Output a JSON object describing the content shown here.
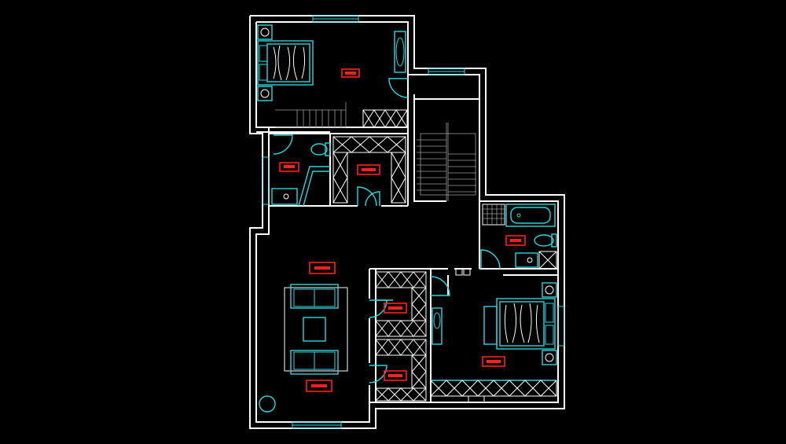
{
  "canvas": {
    "background": "#000000"
  },
  "colors": {
    "wall": "#ffffff",
    "fixture": "#2fd6dc",
    "label": "#ff2020",
    "stair": "#9a9a9a"
  },
  "room_tags": [
    {
      "name": "room-tag-upper-bedroom"
    },
    {
      "name": "room-tag-upper-bathroom"
    },
    {
      "name": "room-tag-walk-in-closet"
    },
    {
      "name": "room-tag-living-room"
    },
    {
      "name": "room-tag-lounge"
    },
    {
      "name": "room-tag-right-bathroom"
    },
    {
      "name": "room-tag-closet-upper"
    },
    {
      "name": "room-tag-closet-lower"
    },
    {
      "name": "room-tag-master-bedroom"
    }
  ]
}
